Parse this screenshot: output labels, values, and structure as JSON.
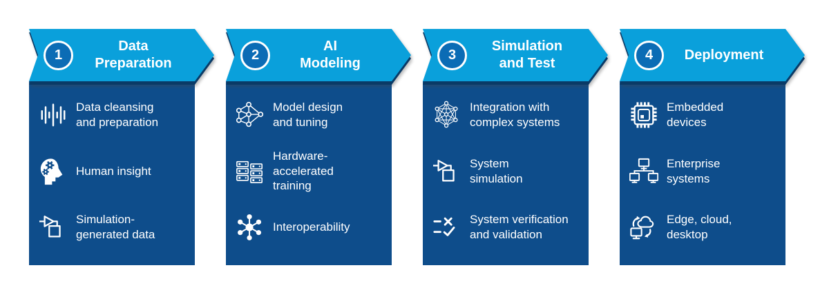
{
  "colors": {
    "header_blue": "#0aa0db",
    "panel_blue": "#0e4d8b",
    "number_circle_blue": "#0b6cb5",
    "shadow_navy": "#0a3a66",
    "text_white": "#ffffff",
    "background": "#ffffff"
  },
  "panels": [
    {
      "number": "1",
      "title": "Data\nPreparation",
      "items": [
        {
          "icon": "waveform-icon",
          "label": "Data cleansing\nand preparation"
        },
        {
          "icon": "head-gears-icon",
          "label": "Human insight"
        },
        {
          "icon": "simulink-block-icon",
          "label": "Simulation-\ngenerated data"
        }
      ]
    },
    {
      "number": "2",
      "title": "AI\nModeling",
      "items": [
        {
          "icon": "neural-network-icon",
          "label": "Model design\nand tuning"
        },
        {
          "icon": "server-rack-icon",
          "label": "Hardware-\naccelerated\ntraining"
        },
        {
          "icon": "hub-spoke-icon",
          "label": "Interoperability"
        }
      ]
    },
    {
      "number": "3",
      "title": "Simulation\nand Test",
      "items": [
        {
          "icon": "mesh-network-icon",
          "label": "Integration with\ncomplex systems"
        },
        {
          "icon": "simulink-block-icon",
          "label": "System\nsimulation"
        },
        {
          "icon": "verification-check-icon",
          "label": "System verification\nand validation"
        }
      ]
    },
    {
      "number": "4",
      "title": "Deployment",
      "items": [
        {
          "icon": "chip-icon",
          "label": "Embedded\ndevices"
        },
        {
          "icon": "enterprise-network-icon",
          "label": "Enterprise\nsystems"
        },
        {
          "icon": "cloud-desktop-icon",
          "label": "Edge, cloud,\ndesktop"
        }
      ]
    }
  ]
}
